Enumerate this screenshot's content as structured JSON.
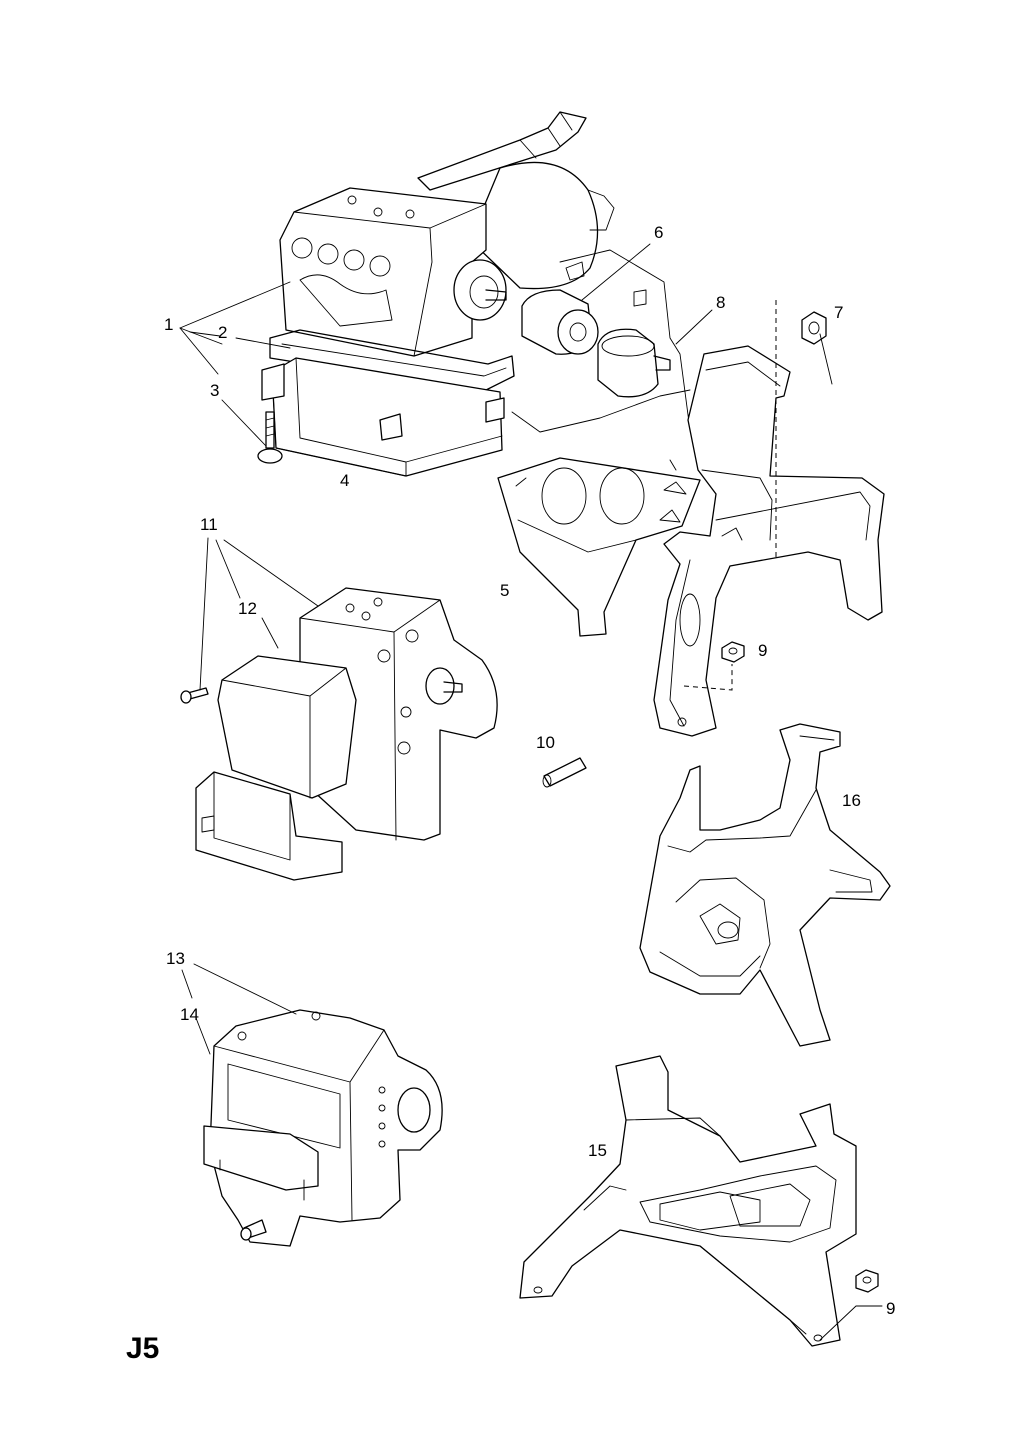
{
  "page_code": "J5",
  "callouts": {
    "c1": "1",
    "c2": "2",
    "c3": "3",
    "c4": "4",
    "c5": "5",
    "c6": "6",
    "c7": "7",
    "c8": "8",
    "c9a": "9",
    "c9b": "9",
    "c10": "10",
    "c11": "11",
    "c12": "12",
    "c13": "13",
    "c14": "14",
    "c15": "15",
    "c16": "16"
  }
}
